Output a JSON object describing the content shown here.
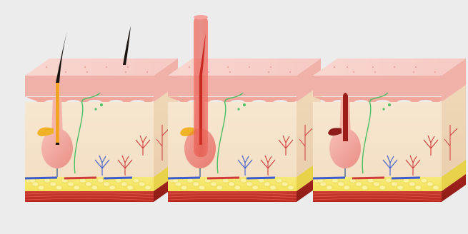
{
  "colors": {
    "background": "#ececec",
    "epidermis_top": "#f6c9c4",
    "epidermis_side": "#f0b2a8",
    "dermis": "#f3dfc4",
    "dermis_side": "#e9cfae",
    "fat": "#f3e25a",
    "fat_cells": "#fbf1a0",
    "muscle": "#b8281f",
    "muscle_side": "#8f1c16",
    "hair_black": "#1a1410",
    "hair_laser": "#e2463a",
    "bulb": "#f2a59a",
    "sebaceous": "#f0b227",
    "nerve": "#4bbf63",
    "artery": "#cf3b3b",
    "vein": "#3b5bd0"
  },
  "blocks": [
    {
      "stage": "normal-hair",
      "hair_style": "black",
      "hair_count": 2,
      "laser_beam": false
    },
    {
      "stage": "laser-treatment",
      "hair_style": "laser",
      "hair_count": 1,
      "laser_beam": true
    },
    {
      "stage": "destroyed-follicle",
      "hair_style": "damaged",
      "hair_count": 1,
      "laser_beam": false
    }
  ]
}
